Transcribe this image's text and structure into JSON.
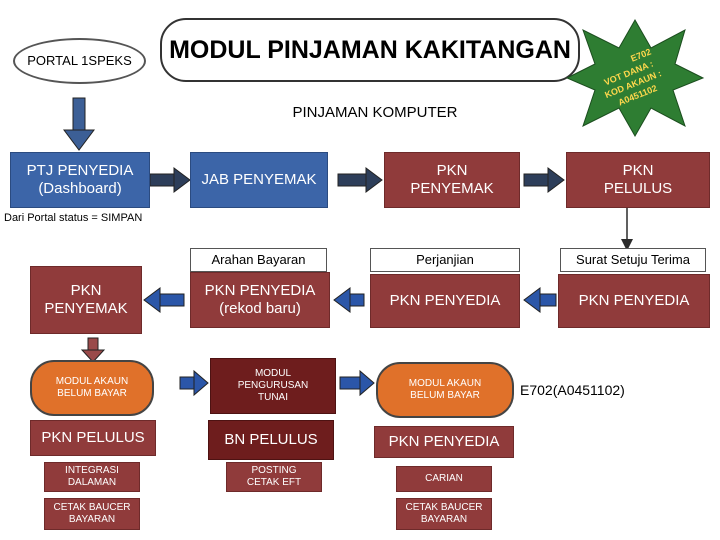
{
  "header": {
    "portal_label": "PORTAL 1SPEKS",
    "module_title": "MODUL PINJAMAN KAKITANGAN",
    "subtitle": "PINJAMAN KOMPUTER",
    "star_line1": "E702",
    "star_line2": "VOT DANA :",
    "star_line3": "KOD AKAUN :",
    "star_line4": "A0451102"
  },
  "row1": {
    "ptj_penyedia": "PTJ PENYEDIA (Dashboard)",
    "jab_penyemak": "JAB PENYEMAK",
    "pkn_penyemak": "PKN PENYEMAK",
    "pkn_pelulus": "PKN PELULUS"
  },
  "status_note": "Dari Portal status = SIMPAN",
  "row2_labels": {
    "arahan_bayaran": "Arahan Bayaran",
    "perjanjian": "Perjanjian",
    "surat_setuju": "Surat Setuju Terima"
  },
  "row3": {
    "pkn_penyemak": "PKN PENYEMAK",
    "pkn_penyedia_rekod": "PKN PENYEDIA (rekod baru)",
    "pkn_penyedia_mid": "PKN PENYEDIA",
    "pkn_penyedia_right": "PKN PENYEDIA"
  },
  "row4": {
    "modul_akaun_left": "MODUL AKAUN BELUM BAYAR",
    "modul_pengurusan_tunai": "MODUL PENGURUSAN TUNAI",
    "modul_akaun_mid": "MODUL AKAUN BELUM BAYAR",
    "account_code": "E702(A0451102)"
  },
  "row5": {
    "pkn_pelulus": "PKN PELULUS",
    "bn_pelulus": "BN PELULUS",
    "pkn_penyedia": "PKN PENYEDIA"
  },
  "row6": {
    "integrasi": "INTEGRASI DALAMAN",
    "posting": "POSTING CETAK EFT",
    "carian": "CARIAN"
  },
  "row7": {
    "cetak_baucer_left": "CETAK BAUCER BAYARAN",
    "cetak_baucer_mid": "CETAK BAUCER BAYARAN"
  },
  "colors": {
    "blue": "#3c65a8",
    "red": "#903b3b",
    "dark_red": "#6e1d1d",
    "orange": "#e0712a",
    "star_green": "#2e7d32"
  }
}
